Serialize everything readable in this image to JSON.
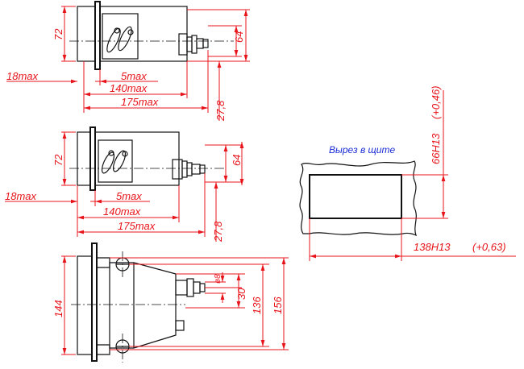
{
  "view1": {
    "h_body": "72",
    "h_connector": "64",
    "panel_max": "18max",
    "gap_max": "5max",
    "body_max": "140max",
    "total_max": "175max",
    "offset": "27,8"
  },
  "view2": {
    "h_body": "72",
    "h_connector": "64",
    "panel_max": "18max",
    "gap_max": "5max",
    "body_max": "140max",
    "total_max": "175max",
    "offset": "27,8"
  },
  "view3": {
    "h_flange": "144",
    "h_mount": "136",
    "h_total": "156",
    "d_small": "30",
    "d_hole": "ø8"
  },
  "cutout": {
    "title": "Вырез в щите",
    "height": "66H13",
    "height_tol": "(+0,46)",
    "width": "138H13",
    "width_tol": "(+0,63)"
  }
}
